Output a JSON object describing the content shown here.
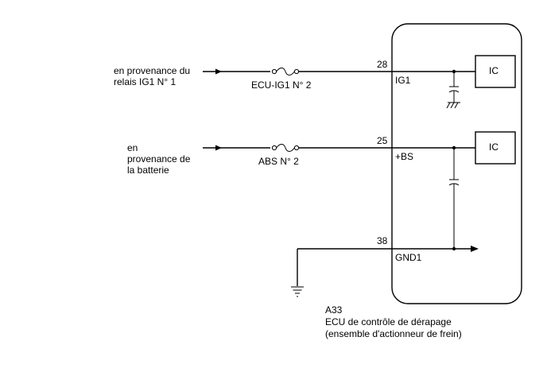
{
  "sources": {
    "relay": [
      "en provenance du",
      "relais IG1 N° 1"
    ],
    "battery": [
      "en",
      "provenance de",
      "la batterie"
    ]
  },
  "fuses": {
    "ig1": "ECU-IG1 N° 2",
    "bs": "ABS N° 2"
  },
  "pins": {
    "ig1": {
      "number": "28",
      "name": "IG1"
    },
    "bs": {
      "number": "25",
      "name": "+BS"
    },
    "gnd": {
      "number": "38",
      "name": "GND1"
    }
  },
  "ic_labels": [
    "IC",
    "IC"
  ],
  "component": {
    "code": "A33",
    "name": "ECU de contrôle de dérapage",
    "subname": "(ensemble d'actionneur de frein)"
  }
}
